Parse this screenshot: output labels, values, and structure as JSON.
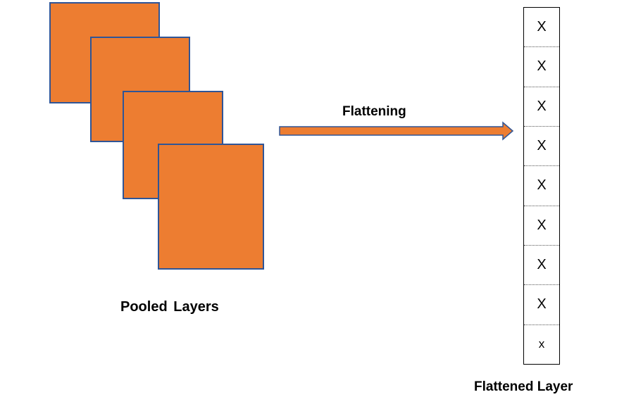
{
  "colors": {
    "layer_fill": "#ed7d31",
    "layer_border": "#2f5597",
    "arrow_fill": "#ed7d31",
    "arrow_border": "#2f5597"
  },
  "pooled": {
    "label": "Pooled  Layers",
    "layer_count": 4
  },
  "arrow": {
    "label": "Flattening"
  },
  "flattened": {
    "label": "Flattened Layer",
    "cells": [
      "X",
      "X",
      "X",
      "X",
      "X",
      "X",
      "X",
      "X",
      "x"
    ]
  }
}
